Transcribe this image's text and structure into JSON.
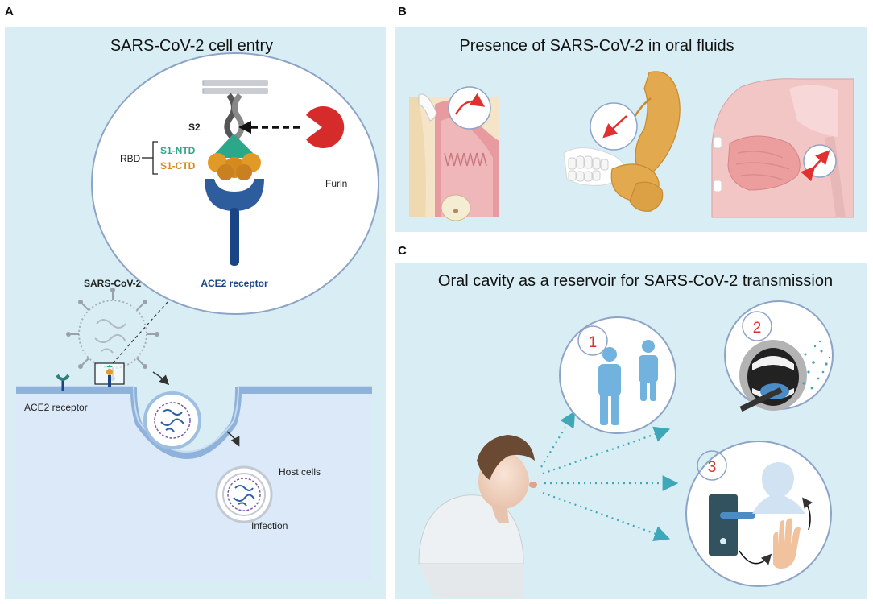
{
  "panels": {
    "a": {
      "letter": "A",
      "title": "SARS-CoV-2 cell entry",
      "labels": {
        "s2": "S2",
        "rbd": "RBD",
        "s1_ntd": "S1-NTD",
        "s1_ctd": "S1-CTD",
        "furin": "Furin",
        "ace2_receptor_zoom": "ACE2 receptor",
        "virus": "SARS-CoV-2",
        "ace2_receptor_membrane": "ACE2 receptor",
        "host_cells": "Host cells",
        "infection": "Infection"
      }
    },
    "b": {
      "letter": "B",
      "title": "Presence of SARS-CoV-2 in oral fluids"
    },
    "c": {
      "letter": "C",
      "title": "Oral cavity as a reservoir for SARS-CoV-2 transmission",
      "steps": [
        "1",
        "2",
        "3"
      ]
    }
  },
  "colors": {
    "panel_bg": "#d8eef4",
    "circle_bg": "#ffffff",
    "circle_border": "#8ea4c6",
    "host_cell": "#dbe9f8",
    "membrane": "#9fbfe2",
    "ace2_blue": "#2e5d9e",
    "ace2_dark": "#1a4585",
    "furin_red": "#d62b2b",
    "s1_ntd_green": "#2aa889",
    "s1_ctd_orange": "#e29a27",
    "gland_orange": "#e3a94e",
    "person_blue": "#72b2de",
    "dots_teal": "#3ea8b8",
    "step_red": "#d8322c"
  }
}
